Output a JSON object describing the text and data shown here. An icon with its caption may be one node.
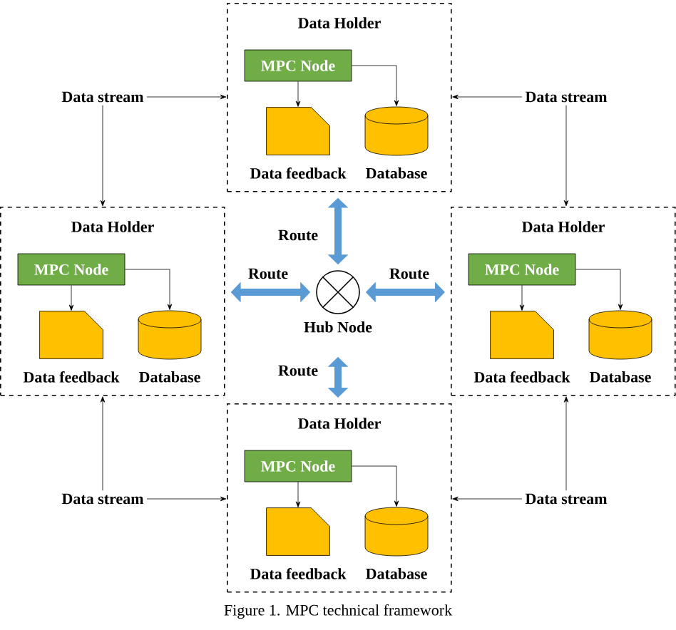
{
  "diagram": {
    "caption": "Figure 1. MPC technical framework",
    "nodes": [
      {
        "text": [
          "Data Holder"
        ]
      },
      {
        "text": [
          "MPC Node"
        ],
        "in": 0
      },
      {
        "text": [
          "Data feedback"
        ],
        "in": 0
      },
      {
        "text": [
          "Database"
        ],
        "in": 0
      },
      {
        "text": [
          "Data stream"
        ]
      },
      {
        "text": [
          "Data stream"
        ]
      },
      {
        "text": [
          "Data Holder"
        ]
      },
      {
        "text": [
          "MPC Node"
        ],
        "in": 6
      },
      {
        "text": [
          "Data feedback"
        ],
        "in": 6
      },
      {
        "text": [
          "Database"
        ],
        "in": 6
      },
      {
        "text": [
          "Hub Node"
        ]
      },
      {
        "text": [
          "Data Holder"
        ]
      },
      {
        "text": [
          "MPC Node"
        ],
        "in": 11
      },
      {
        "text": [
          "Data feedback"
        ],
        "in": 11
      },
      {
        "text": [
          "Database"
        ],
        "in": 11
      },
      {
        "text": [
          "Data Holder"
        ]
      },
      {
        "text": [
          "MPC Node"
        ],
        "in": 15
      },
      {
        "text": [
          "Data feedback"
        ],
        "in": 15
      },
      {
        "text": [
          "Database"
        ],
        "in": 15
      },
      {
        "text": [
          "Data stream"
        ]
      },
      {
        "text": [
          "Data stream"
        ]
      }
    ],
    "edges": [
      {
        "from": 1,
        "to": 2,
        "arrow": "to"
      },
      {
        "from": 1,
        "to": 3,
        "arrow": "to"
      },
      {
        "from": 4,
        "to": 0,
        "arrow": "to"
      },
      {
        "from": 4,
        "to": 6,
        "arrow": "to"
      },
      {
        "from": 5,
        "to": 0,
        "arrow": "to"
      },
      {
        "from": 5,
        "to": 11,
        "arrow": "to"
      },
      {
        "from": 7,
        "to": 8,
        "arrow": "to"
      },
      {
        "from": 7,
        "to": 9,
        "arrow": "to"
      },
      {
        "from": 10,
        "to": 0,
        "arrow": "both",
        "label": "Route",
        "style": "thick",
        "color": "#5b9bd5"
      },
      {
        "from": 10,
        "to": 6,
        "arrow": "both",
        "label": "Route",
        "style": "thick",
        "color": "#5b9bd5"
      },
      {
        "from": 10,
        "to": 11,
        "arrow": "both",
        "label": "Route",
        "style": "thick",
        "color": "#5b9bd5"
      },
      {
        "from": 10,
        "to": 15,
        "arrow": "both",
        "label": "Route",
        "style": "thick",
        "color": "#5b9bd5"
      },
      {
        "from": 12,
        "to": 13,
        "arrow": "to"
      },
      {
        "from": 12,
        "to": 14,
        "arrow": "to"
      },
      {
        "from": 16,
        "to": 17,
        "arrow": "to"
      },
      {
        "from": 16,
        "to": 18,
        "arrow": "to"
      },
      {
        "from": 19,
        "to": 15,
        "arrow": "to"
      },
      {
        "from": 19,
        "to": 6,
        "arrow": "to"
      },
      {
        "from": 20,
        "to": 15,
        "arrow": "to"
      },
      {
        "from": 20,
        "to": 11,
        "arrow": "to"
      }
    ]
  }
}
